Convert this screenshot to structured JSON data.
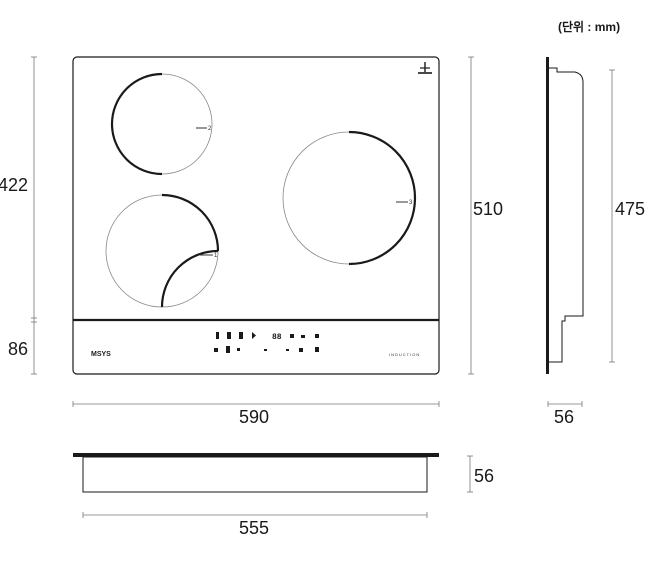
{
  "unit_label": "(단위 : mm)",
  "dimensions": {
    "top_height": "422",
    "panel_height": "86",
    "total_depth": "510",
    "side_height": "475",
    "side_thickness": "56",
    "width": "590",
    "bottom_height": "56",
    "bottom_width": "555"
  },
  "cooktop": {
    "brand": "MSYS",
    "type_label": "INDUCTION",
    "zones": [
      {
        "id": "top-left",
        "label": "2"
      },
      {
        "id": "bottom-left",
        "label": "1"
      },
      {
        "id": "right",
        "label": "3"
      }
    ],
    "control_digits": "88"
  },
  "colors": {
    "line": "#1a1a1a",
    "thin": "#777777"
  }
}
